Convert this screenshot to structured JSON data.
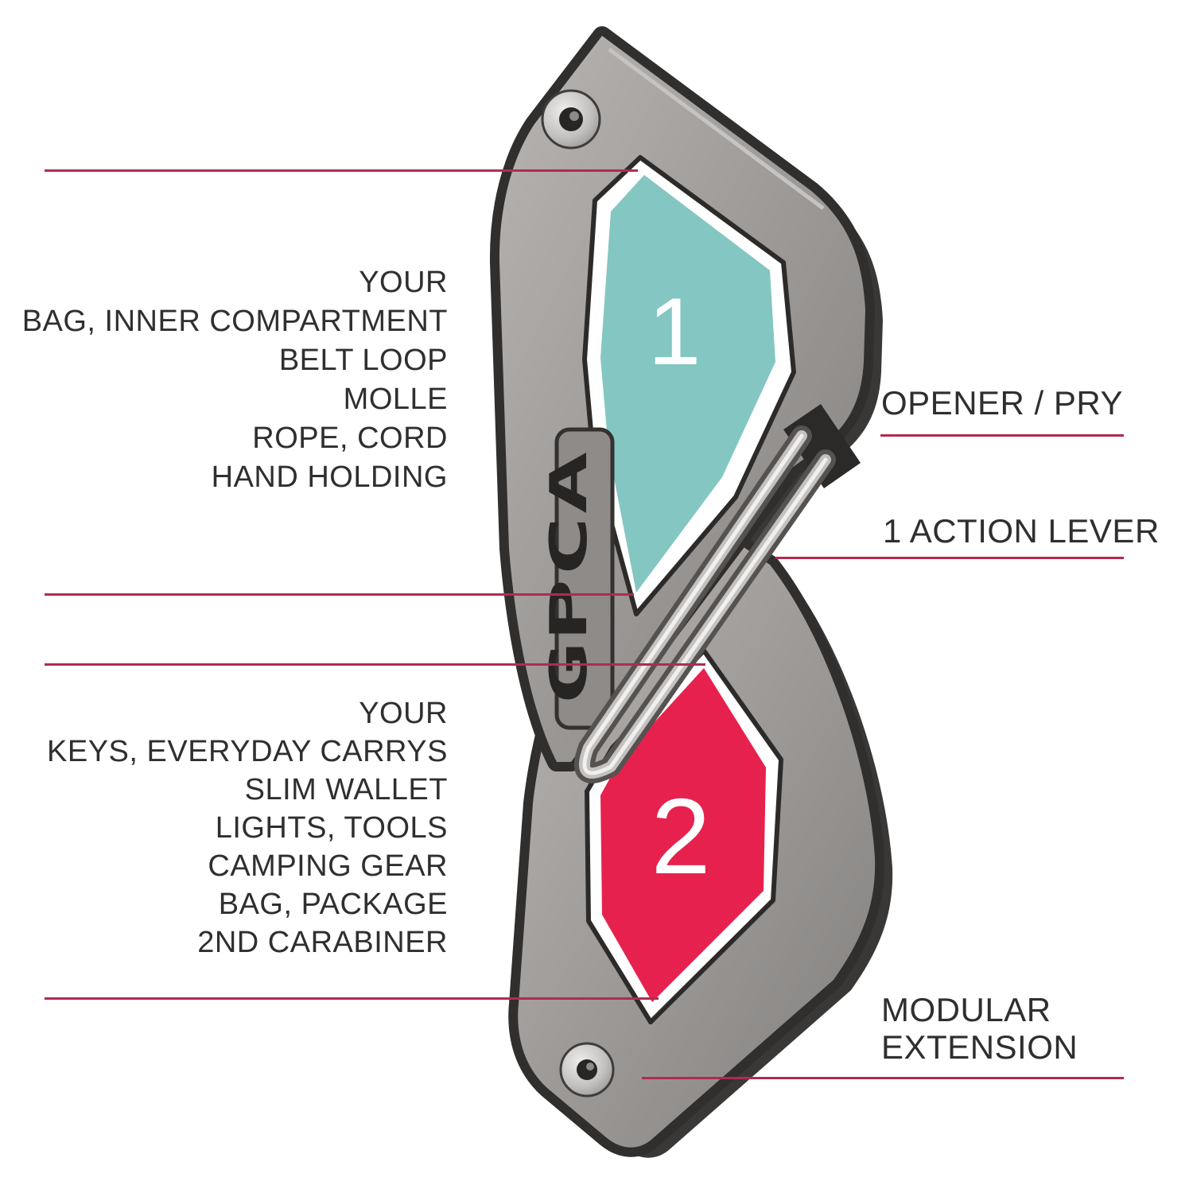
{
  "page": {
    "background": "#ffffff"
  },
  "product": {
    "brand_logo": "GPCA",
    "module_1_number": "1",
    "module_2_number": "2"
  },
  "colors": {
    "leader_line": "#b12b50",
    "label_text": "#2f2f2f",
    "panel_1_teal": "#84c6c2",
    "panel_2_red": "#e7214d",
    "frame_face_gray": "#9a9795",
    "frame_edge_dark": "#302f2e",
    "panel_number": "#ffffff"
  },
  "annotations": {
    "left_top": {
      "lines": [
        "YOUR",
        "BAG, INNER COMPARTMENT",
        "BELT LOOP",
        "MOLLE",
        "ROPE, CORD",
        "HAND HOLDING"
      ]
    },
    "left_bottom": {
      "lines": [
        "YOUR",
        "KEYS, EVERYDAY CARRYS",
        "SLIM WALLET",
        "LIGHTS, TOOLS",
        "CAMPING GEAR",
        "BAG, PACKAGE",
        "2ND CARABINER"
      ]
    },
    "right_top": {
      "label": "OPENER / PRY"
    },
    "right_middle": {
      "label": "1 ACTION LEVER"
    },
    "right_bottom": {
      "lines": [
        "MODULAR",
        "EXTENSION"
      ]
    }
  }
}
